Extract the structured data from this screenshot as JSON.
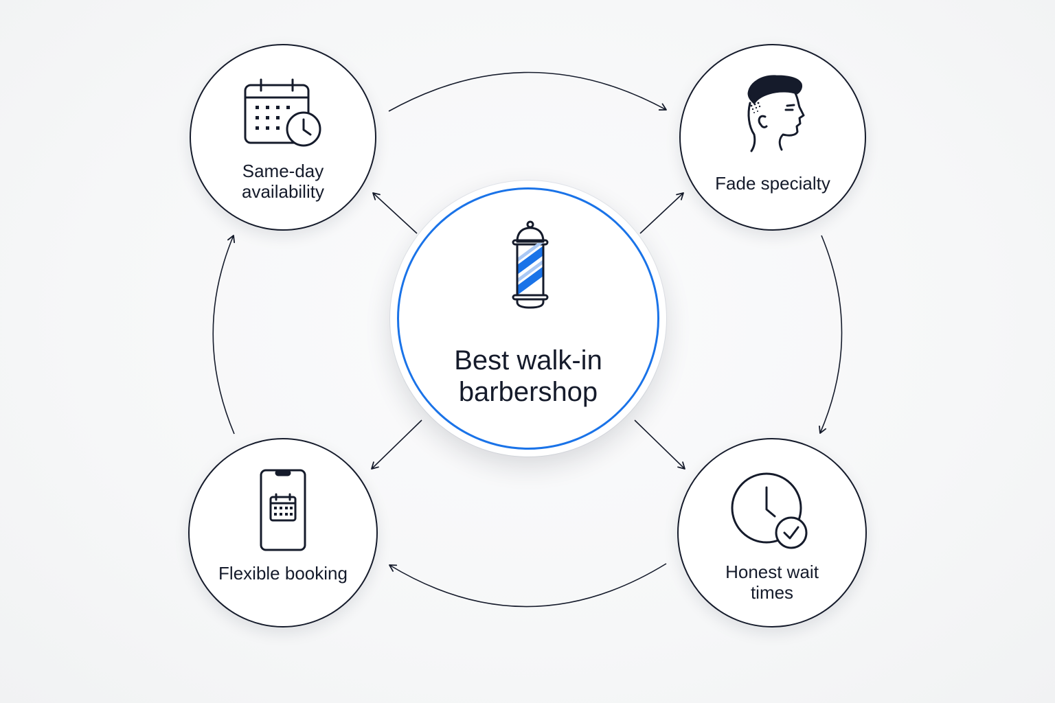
{
  "center": {
    "title": "Best walk-in\nbarbershop",
    "icon": "barber-pole-icon",
    "accent_color": "#1a73e8"
  },
  "nodes": [
    {
      "id": "same-day",
      "label": "Same-day\navailability",
      "icon": "calendar-clock-icon"
    },
    {
      "id": "fade",
      "label": "Fade specialty",
      "icon": "fade-haircut-head-icon"
    },
    {
      "id": "flexible",
      "label": "Flexible booking",
      "icon": "phone-calendar-icon"
    },
    {
      "id": "honest",
      "label": "Honest wait\ntimes",
      "icon": "clock-check-icon"
    }
  ],
  "colors": {
    "ink": "#151b2b",
    "accent": "#1a73e8",
    "background": "#f7f8f9"
  }
}
